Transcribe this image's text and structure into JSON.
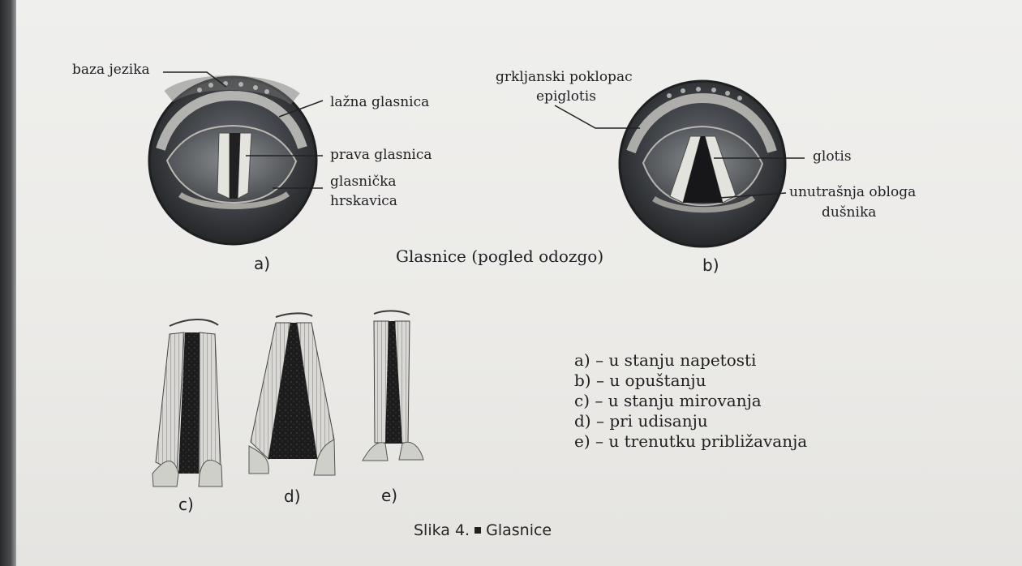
{
  "labels": {
    "top_left": {
      "tongue_base": "baza jezika",
      "false_vocal_fold": "lažna glasnica",
      "true_vocal_fold": "prava glasnica",
      "cartilage_line1": "glasnička",
      "cartilage_line2": "hrskavica"
    },
    "top_right": {
      "epiglottis_line1": "grkljanski poklopac",
      "epiglottis_line2": "epiglotis",
      "glottis": "glotis",
      "trachea_lining_line1": "unutrašnja obloga",
      "trachea_lining_line2": "dušnika"
    },
    "panel_a": "a)",
    "panel_b": "b)",
    "panel_c": "c)",
    "panel_d": "d)",
    "panel_e": "e)",
    "top_caption": "Glasnice (pogled odozgo)",
    "bottom_caption_prefix": "Slika 4.",
    "bottom_caption_title": "Glasnice"
  },
  "legend": [
    "a) – u stanju napetosti",
    "b) – u opuštanju",
    "c) – u stanju mirovanja",
    "d) – pri udisanju",
    "e) – u trenutku približavanja"
  ]
}
